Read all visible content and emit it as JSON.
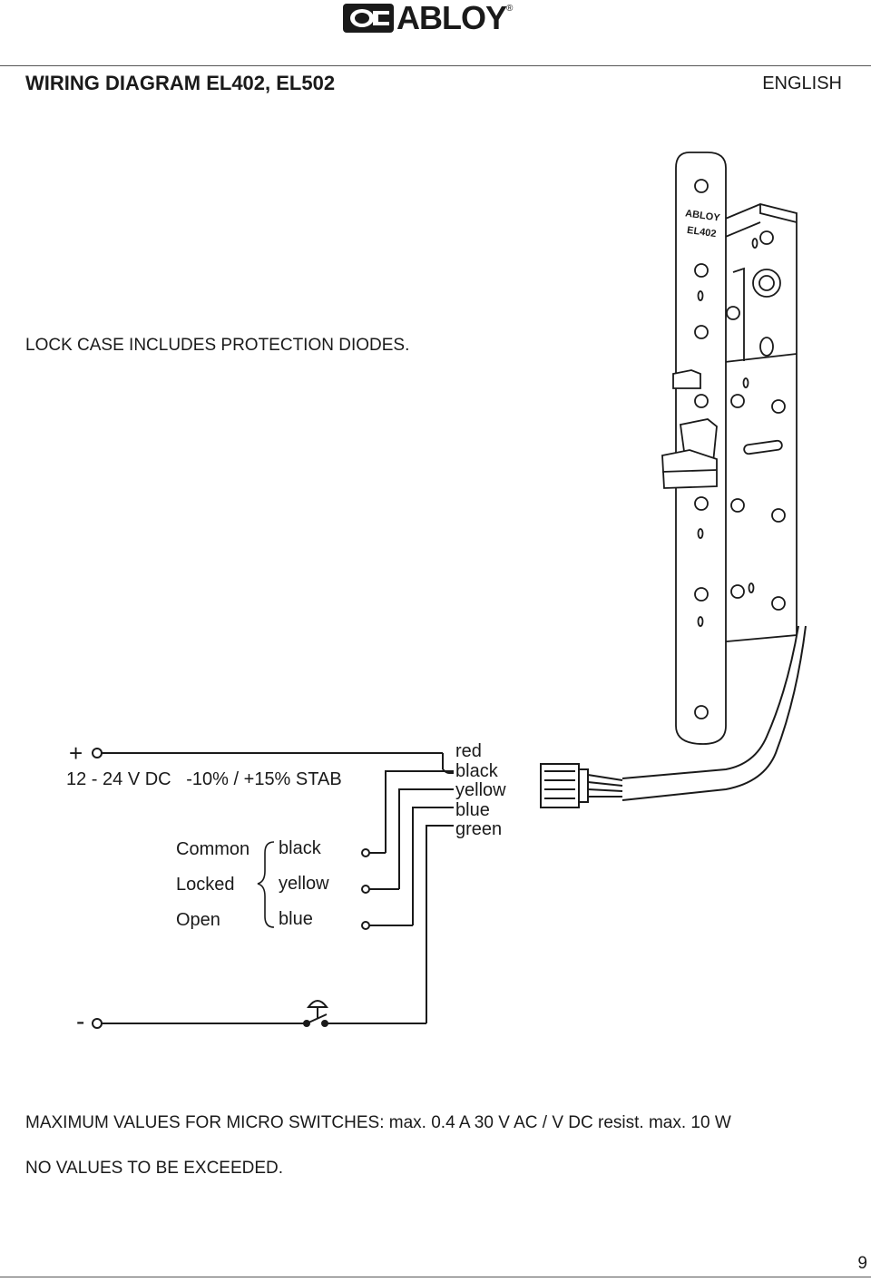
{
  "header": {
    "brand": "ABLOY",
    "reg_mark": "®"
  },
  "title": "WIRING DIAGRAM EL402, EL502",
  "language": "ENGLISH",
  "note": "LOCK CASE INCLUDES PROTECTION DIODES.",
  "lock": {
    "brand": "ABLOY",
    "model": "EL402"
  },
  "supply": {
    "plus_symbol": "+",
    "minus_symbol": "-",
    "voltage": "12 - 24 V DC   -10% / +15% STAB"
  },
  "outputs": [
    {
      "function": "Common",
      "wire": "black"
    },
    {
      "function": "Locked",
      "wire": "yellow"
    },
    {
      "function": "Open",
      "wire": "blue"
    }
  ],
  "cable_wires": [
    "red",
    "black",
    "yellow",
    "blue",
    "green"
  ],
  "footer": {
    "max_values": "MAXIMUM VALUES FOR MICRO SWITCHES: max. 0.4 A 30 V AC / V DC resist. max. 10 W",
    "no_exceed": "NO VALUES TO BE EXCEEDED.",
    "page_number": "9"
  }
}
